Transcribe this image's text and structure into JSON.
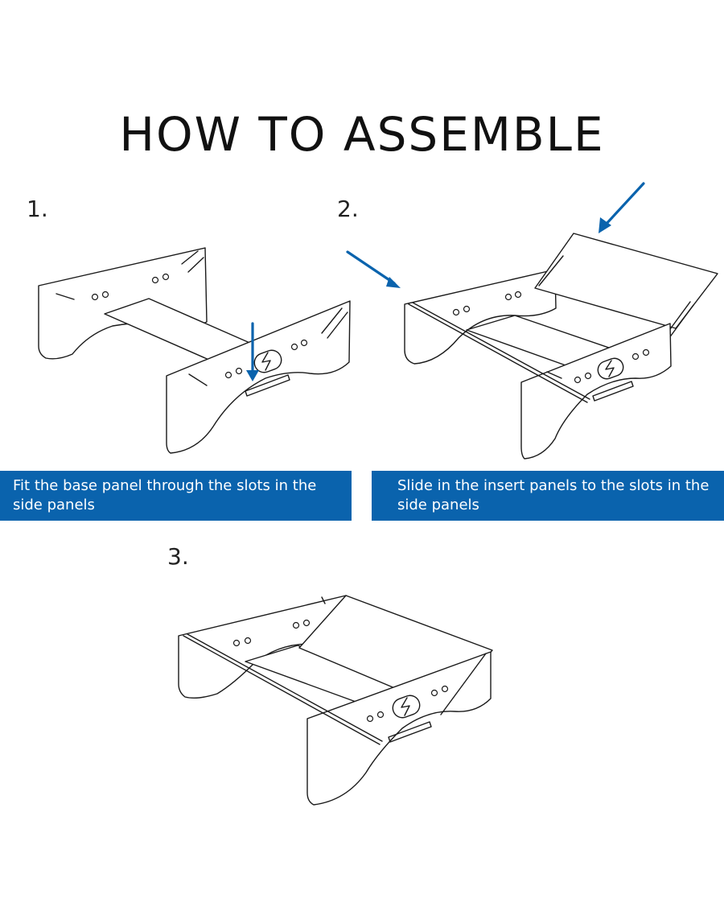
{
  "title": "HOW TO ASSEMBLE",
  "steps": [
    {
      "number": "1.",
      "caption": "Fit the base panel through the slots in the side panels"
    },
    {
      "number": "2.",
      "caption": "Slide in the insert panels to the slots in the side panels"
    },
    {
      "number": "3.",
      "caption": ""
    }
  ],
  "colors": {
    "accent": "#0a63ad",
    "line": "#1a1a1a",
    "background": "#ffffff"
  },
  "icons": [
    "arrow-down-icon",
    "arrow-diagonal-icon",
    "logo-emblem-icon"
  ]
}
